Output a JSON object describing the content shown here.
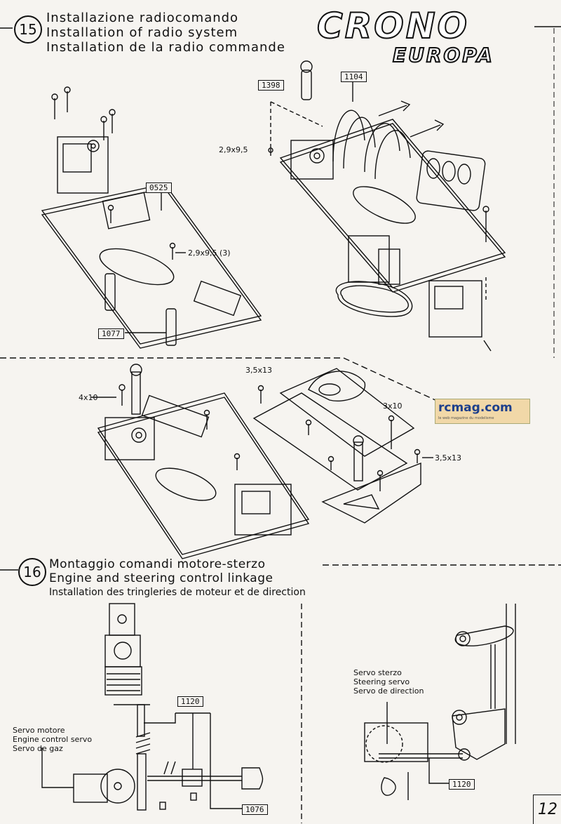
{
  "header": {
    "step15": "15",
    "step15_lines": [
      "Installazione radiocomando",
      "Installation of radio system",
      "Installation de la radio commande"
    ],
    "brand_main": "CRONO",
    "brand_sub": "EUROPA"
  },
  "step15_parts": {
    "p0525": "0525",
    "p1077": "1077",
    "p1398": "1398",
    "p1104": "1104",
    "screw_a": "2,9x9,5 (3)",
    "screw_b": "2,9x9,5"
  },
  "assembly_labels": {
    "a": "4x10",
    "b": "3,5x13",
    "c": "3x10",
    "d": "3,5x13"
  },
  "watermark": {
    "text": "rcmag.com",
    "sub": "le web magazine du modelisme"
  },
  "step16": {
    "num": "16",
    "lines": [
      "Montaggio comandi motore-sterzo",
      "Engine and steering control linkage",
      "Installation des tringleries de moteur et de direction"
    ],
    "servo_motor": [
      "Servo motore",
      "Engine control servo",
      "Servo de gaz"
    ],
    "servo_steer": [
      "Servo sterzo",
      "Steering servo",
      "Servo de direction"
    ],
    "p1120_a": "1120",
    "p1076": "1076",
    "p1120_b": "1120"
  },
  "page_number": "12"
}
